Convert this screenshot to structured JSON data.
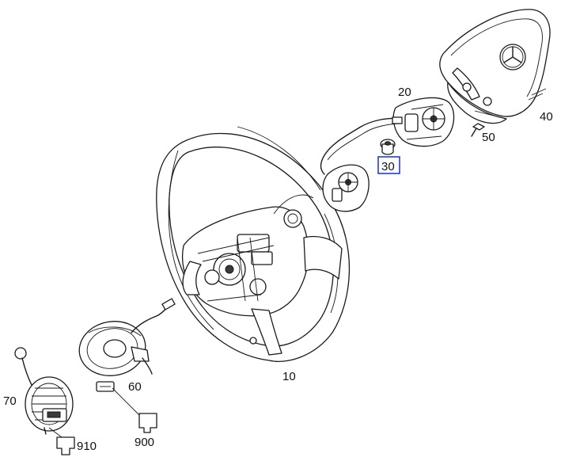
{
  "diagram": {
    "parts": [
      {
        "key": "p10",
        "label": "10",
        "name": "steering-wheel"
      },
      {
        "key": "p20",
        "label": "20",
        "name": "right-multifunction-switch"
      },
      {
        "key": "p30",
        "label": "30",
        "name": "screw",
        "highlighted": true
      },
      {
        "key": "p40",
        "label": "40",
        "name": "airbag-unit"
      },
      {
        "key": "p50",
        "label": "50",
        "name": "airbag-screw"
      },
      {
        "key": "p60",
        "label": "60",
        "name": "clock-spring"
      },
      {
        "key": "p70",
        "label": "70",
        "name": "steering-column-module"
      },
      {
        "key": "p900",
        "label": "900",
        "name": "connector-900"
      },
      {
        "key": "p910",
        "label": "910",
        "name": "connector-910"
      }
    ],
    "highlight_color": "#1f3fd8",
    "line_color": "#1a1a1a"
  }
}
